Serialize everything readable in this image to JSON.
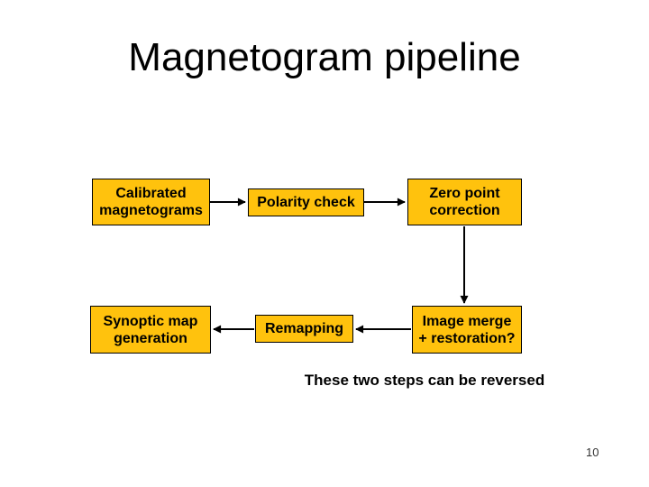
{
  "slide": {
    "title": "Magnetogram pipeline",
    "caption": "These two steps can be reversed",
    "page_number": "10"
  },
  "colors": {
    "box_fill": "#FFC20D",
    "box_border": "#000000",
    "arrow": "#000000",
    "background": "#FFFFFF",
    "text": "#000000"
  },
  "diagram": {
    "nodes": [
      {
        "id": "calibrated-magnetograms",
        "label": "Calibrated\nmagnetograms"
      },
      {
        "id": "polarity-check",
        "label": "Polarity check"
      },
      {
        "id": "zero-point-correction",
        "label": "Zero point\ncorrection"
      },
      {
        "id": "synoptic-map-generation",
        "label": "Synoptic map\ngeneration"
      },
      {
        "id": "remapping",
        "label": "Remapping"
      },
      {
        "id": "image-merge-restoration",
        "label": "Image merge\n+ restoration?"
      }
    ],
    "edges": [
      {
        "from": "calibrated-magnetograms",
        "to": "polarity-check",
        "direction": "right"
      },
      {
        "from": "polarity-check",
        "to": "zero-point-correction",
        "direction": "right"
      },
      {
        "from": "zero-point-correction",
        "to": "image-merge-restoration",
        "direction": "down"
      },
      {
        "from": "image-merge-restoration",
        "to": "remapping",
        "direction": "left"
      },
      {
        "from": "remapping",
        "to": "synoptic-map-generation",
        "direction": "left"
      }
    ]
  }
}
